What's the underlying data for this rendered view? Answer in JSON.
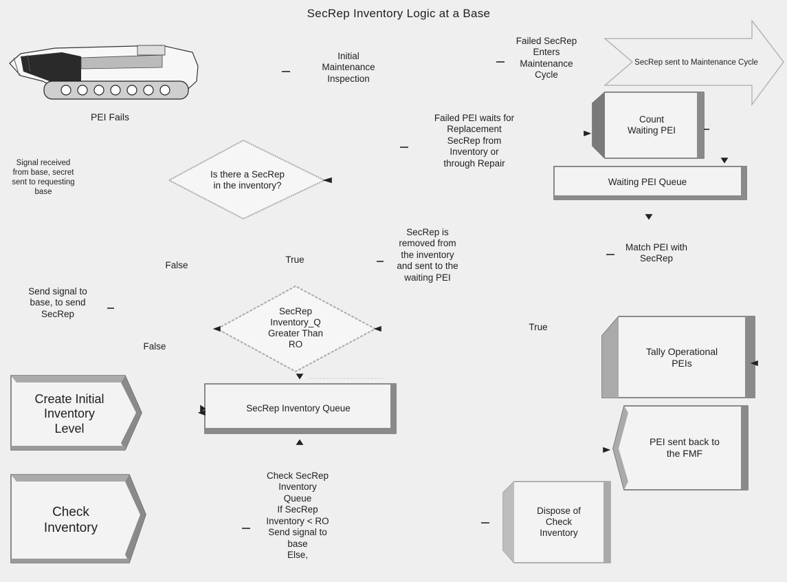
{
  "title": "SecRep Inventory Logic at a Base",
  "nodes": {
    "pei_fails": "PEI Fails",
    "initial_inspection": "Initial\nMaintenance\nInspection",
    "failed_secrep": "Failed SecRep\nEnters\nMaintenance\nCycle",
    "maintenance_cycle": "SecRep sent to Maintenance Cycle",
    "signal_received": "Signal received\nfrom base, secret\nsent to requesting\nbase",
    "decision_secrep": "Is there a SecRep\nin the inventory?",
    "failed_pei_waits": "Failed PEI waits for\nReplacement\nSecRep from\nInventory or\nthrough Repair",
    "count_waiting": "Count\nWaiting PEI",
    "waiting_queue": "Waiting PEI Queue",
    "secrep_removed": "SecRep is\nremoved from\nthe inventory\nand sent to the\nwaiting PEI",
    "match_pei": "Match PEI with\nSecRep",
    "send_signal": "Send signal to\nbase, to send\nSecRep",
    "decision_inventory": "SecRep\nInventory_Q\nGreater Than\nRO",
    "tally": "Tally Operational\nPEIs",
    "create_inventory": "Create Initial\nInventory\nLevel",
    "inventory_queue": "SecRep Inventory Queue",
    "pei_back": "PEI sent back to\nthe FMF",
    "check_inventory": "Check\nInventory",
    "check_logic": "Check SecRep\nInventory\nQueue\nIf SecRep\nInventory < RO\nSend signal to\nbase\nElse,",
    "dispose": "Dispose of\nCheck\nInventory"
  },
  "labels": {
    "false_1": "False",
    "true_1": "True",
    "false_2": "False",
    "true_2": "True"
  }
}
